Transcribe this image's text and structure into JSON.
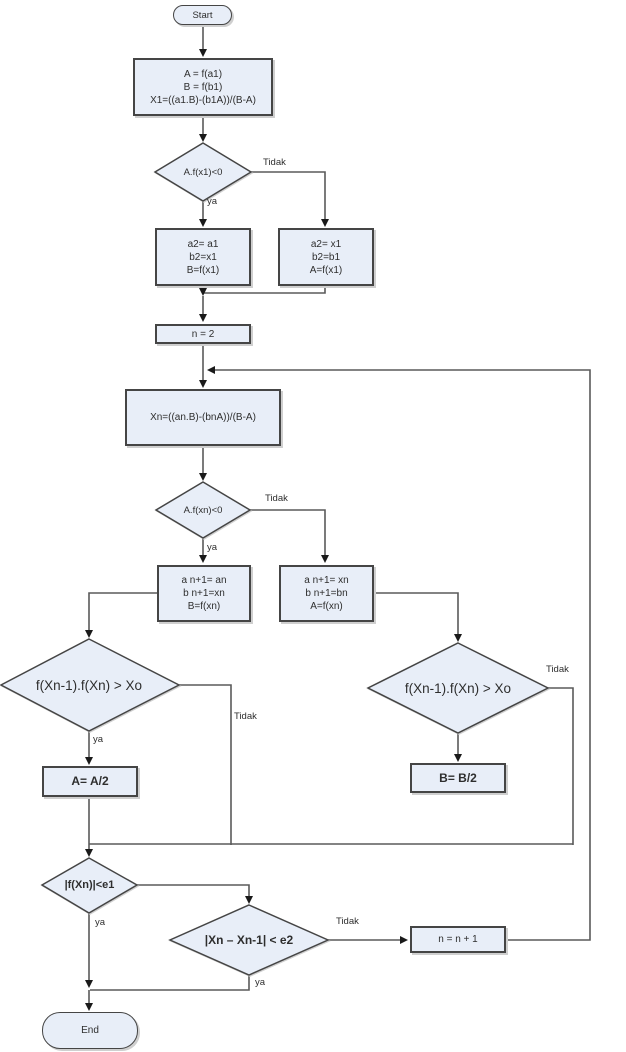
{
  "diagram_type": "flowchart",
  "colors": {
    "node_fill": "#e8eef8",
    "node_border": "#454545",
    "connector": "#5a5a5a",
    "arrowhead": "#1a1a1a",
    "text": "#2e2e2e",
    "background": "#ffffff"
  },
  "branch_labels": {
    "yes": "ya",
    "no": "Tidak"
  },
  "nodes": {
    "start": {
      "label": "Start"
    },
    "init": {
      "lines": [
        "A = f(a1)",
        "B = f(b1)",
        "X1=((a1.B)-(b1A))/(B-A)"
      ]
    },
    "decision1": {
      "label": "A.f(x1)<0"
    },
    "assign_left1": {
      "lines": [
        "a2= a1",
        "b2=x1",
        "B=f(x1)"
      ]
    },
    "assign_right1": {
      "lines": [
        "a2= x1",
        "b2=b1",
        "A=f(x1)"
      ]
    },
    "set_n": {
      "label": "n = 2"
    },
    "compute_xn": {
      "label": "Xn=((an.B)-(bnA))/(B-A)"
    },
    "decision2": {
      "label": "A.f(xn)<0"
    },
    "assign_left2": {
      "lines": [
        "a n+1= an",
        "b n+1=xn",
        "B=f(xn)"
      ]
    },
    "assign_right2": {
      "lines": [
        "a n+1= xn",
        "b n+1=bn",
        "A=f(xn)"
      ]
    },
    "decision_left": {
      "label": "f(Xn-1).f(Xn) > Xo"
    },
    "decision_right": {
      "label": "f(Xn-1).f(Xn) > Xo"
    },
    "halve_a": {
      "label": "A= A/2"
    },
    "halve_b": {
      "label": "B= B/2"
    },
    "decision_e1": {
      "label": "|f(Xn)|<e1"
    },
    "decision_e2": {
      "label": "|Xn – Xn-1| < e2"
    },
    "increment_n": {
      "label": "n = n + 1"
    },
    "end": {
      "label": "End"
    }
  }
}
